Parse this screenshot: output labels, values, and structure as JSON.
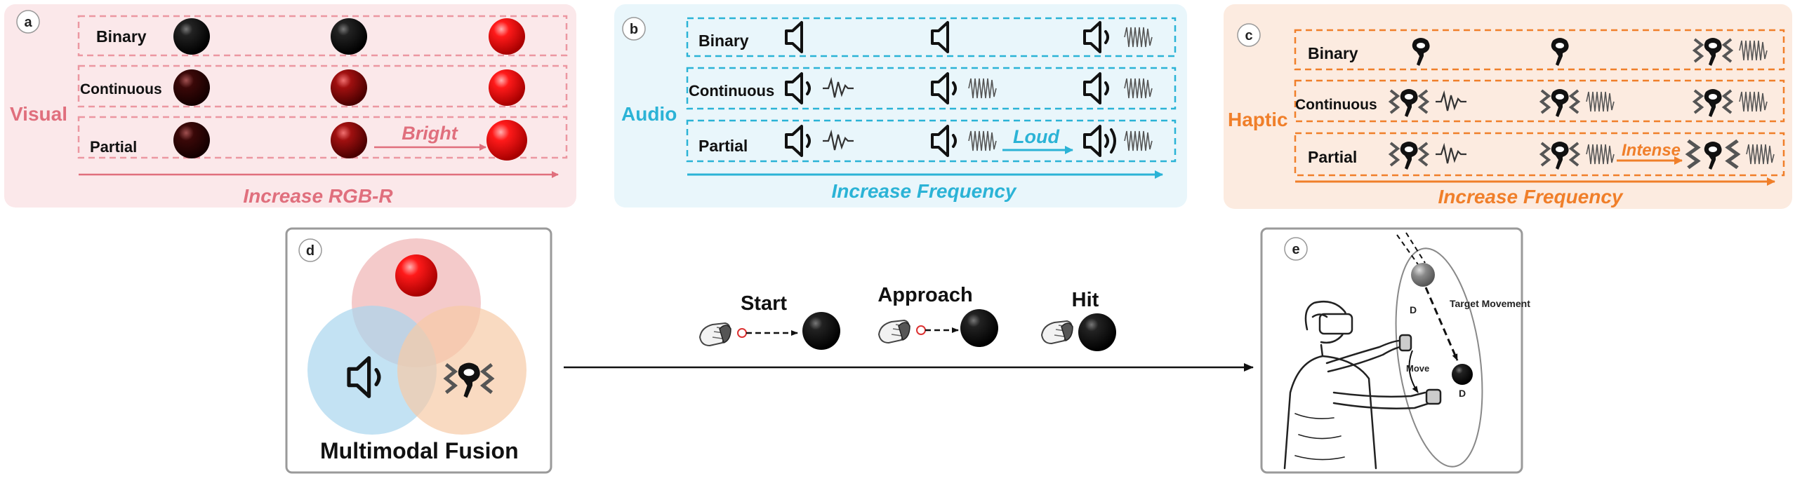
{
  "panels": {
    "a": {
      "badge": "a",
      "title": "Visual",
      "rows": [
        "Binary",
        "Continuous",
        "Partial"
      ],
      "arrow_label": "Bright",
      "axis_label": "Increase RGB-R",
      "colors": {
        "bg": "#fbe8ea",
        "accent": "#e06f7d"
      }
    },
    "b": {
      "badge": "b",
      "title": "Audio",
      "rows": [
        "Binary",
        "Continuous",
        "Partial"
      ],
      "arrow_label": "Loud",
      "axis_label": "Increase Frequency",
      "colors": {
        "bg": "#e9f6fb",
        "accent": "#2bb3d6"
      }
    },
    "c": {
      "badge": "c",
      "title": "Haptic",
      "rows": [
        "Binary",
        "Continuous",
        "Partial"
      ],
      "arrow_label": "Intense",
      "axis_label": "Increase Frequency",
      "colors": {
        "bg": "#fcebe0",
        "accent": "#f07f2a"
      }
    },
    "d": {
      "badge": "d",
      "caption": "Multimodal Fusion"
    },
    "flow": {
      "steps": [
        "Start",
        "Approach",
        "Hit"
      ]
    },
    "e": {
      "badge": "e",
      "target_label": "Target Movement",
      "move_label": "Move",
      "distance_label": "D"
    }
  }
}
